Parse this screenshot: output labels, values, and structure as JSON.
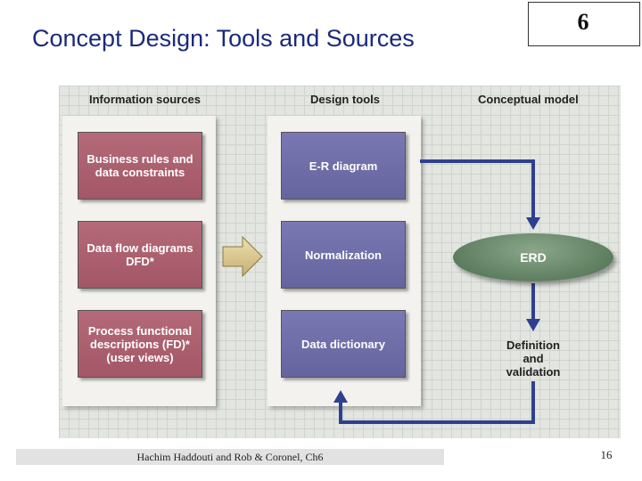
{
  "slide": {
    "title": "Concept Design: Tools and Sources",
    "chapter_number": "6",
    "page_number": "16",
    "footer": "Hachim Haddouti and  Rob & Coronel, Ch6"
  },
  "diagram": {
    "headers": {
      "information_sources": "Information sources",
      "design_tools": "Design tools",
      "conceptual_model": "Conceptual model"
    },
    "information_sources": [
      "Business rules and\ndata constraints",
      "Data flow diagrams\nDFD*",
      "Process functional\ndescriptions (FD)*\n(user views)"
    ],
    "design_tools": [
      "E-R diagram",
      "Normalization",
      "Data dictionary"
    ],
    "conceptual_model": {
      "erd": "ERD",
      "definition": "Definition\nand\nvalidation"
    },
    "colors": {
      "source_box": "#a85a69",
      "tool_box": "#6c6aa6",
      "erd_ellipse": "#5e7e60",
      "connector": "#2f3f8f",
      "transfer_arrow": "#d8c690"
    }
  }
}
